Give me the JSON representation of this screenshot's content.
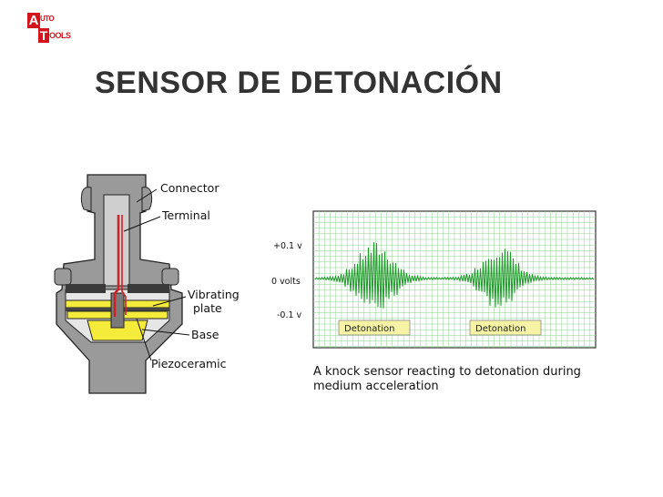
{
  "logo": {
    "a": "A",
    "uto": "UTO",
    "t": "T",
    "ools": "OOLS"
  },
  "title": "SENSOR DE DETONACIÓN",
  "sensor_labels": {
    "connector": "Connector",
    "terminal": "Terminal",
    "vibrating_1": "Vibrating",
    "vibrating_2": "plate",
    "base": "Base",
    "piezoceramic": "Piezoceramic"
  },
  "scope": {
    "y_ticks": [
      "+0.1 v",
      "0 volts",
      "-0.1 v"
    ],
    "bursts": [
      "Detonation",
      "Detonation"
    ],
    "caption_1": "A knock sensor reacting to detonation during",
    "caption_2": "medium acceleration"
  },
  "colors": {
    "sensor_gray": "#9a9a9a",
    "sensor_yellow": "#f5eb3a",
    "terminal_red": "#d21f26",
    "grid_green": "#8fcf8f",
    "trace_green": "#1e9a2a",
    "label_box": "#f7f3a5"
  }
}
